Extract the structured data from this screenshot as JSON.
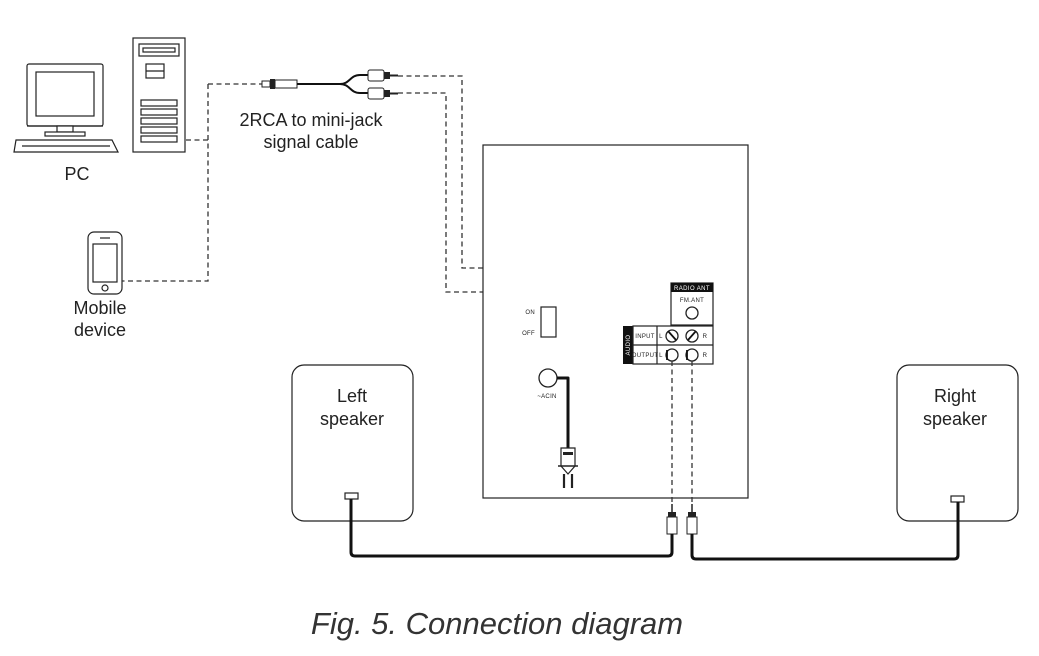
{
  "labels": {
    "pc": "PC",
    "mobile_line1": "Mobile",
    "mobile_line2": "device",
    "cable_line1": "2RCA to mini-jack",
    "cable_line2": "signal cable",
    "left_speaker_line1": "Left",
    "left_speaker_line2": "speaker",
    "right_speaker_line1": "Right",
    "right_speaker_line2": "speaker",
    "switch_on": "ON",
    "switch_off": "OFF",
    "ac_in": "~ACIN",
    "radio_ant": "RADIO ANT",
    "fm_ant": "FM.ANT",
    "audio": "AUDIO",
    "input": "INPUT",
    "output": "OUTPUT",
    "channel_l": "L",
    "channel_r": "R",
    "caption": "Fig. 5. Connection diagram"
  }
}
